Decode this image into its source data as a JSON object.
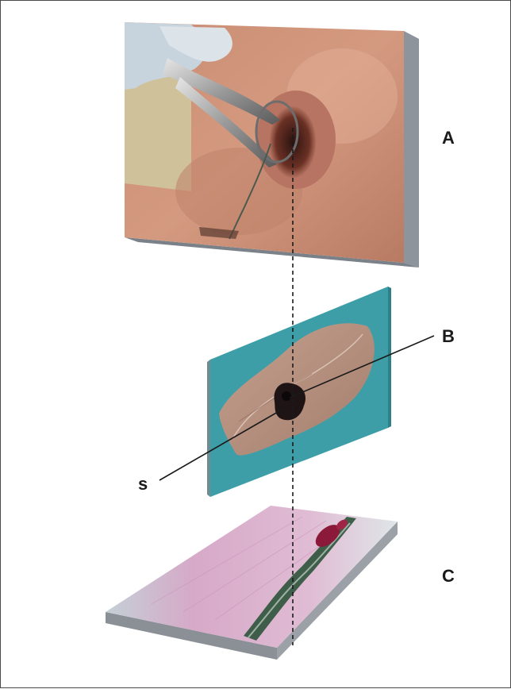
{
  "figure": {
    "labels": {
      "a": "A",
      "b": "B",
      "s": "s",
      "c": "C"
    },
    "panels": {
      "a": "photo-nasal-procedure",
      "b": "photo-tissue-specimen",
      "c": "histology-section"
    },
    "colors": {
      "plate_edge": "#8d949b",
      "specimen_background": "#3d9ea8",
      "dashed_axis": "#1a1a1a"
    }
  }
}
